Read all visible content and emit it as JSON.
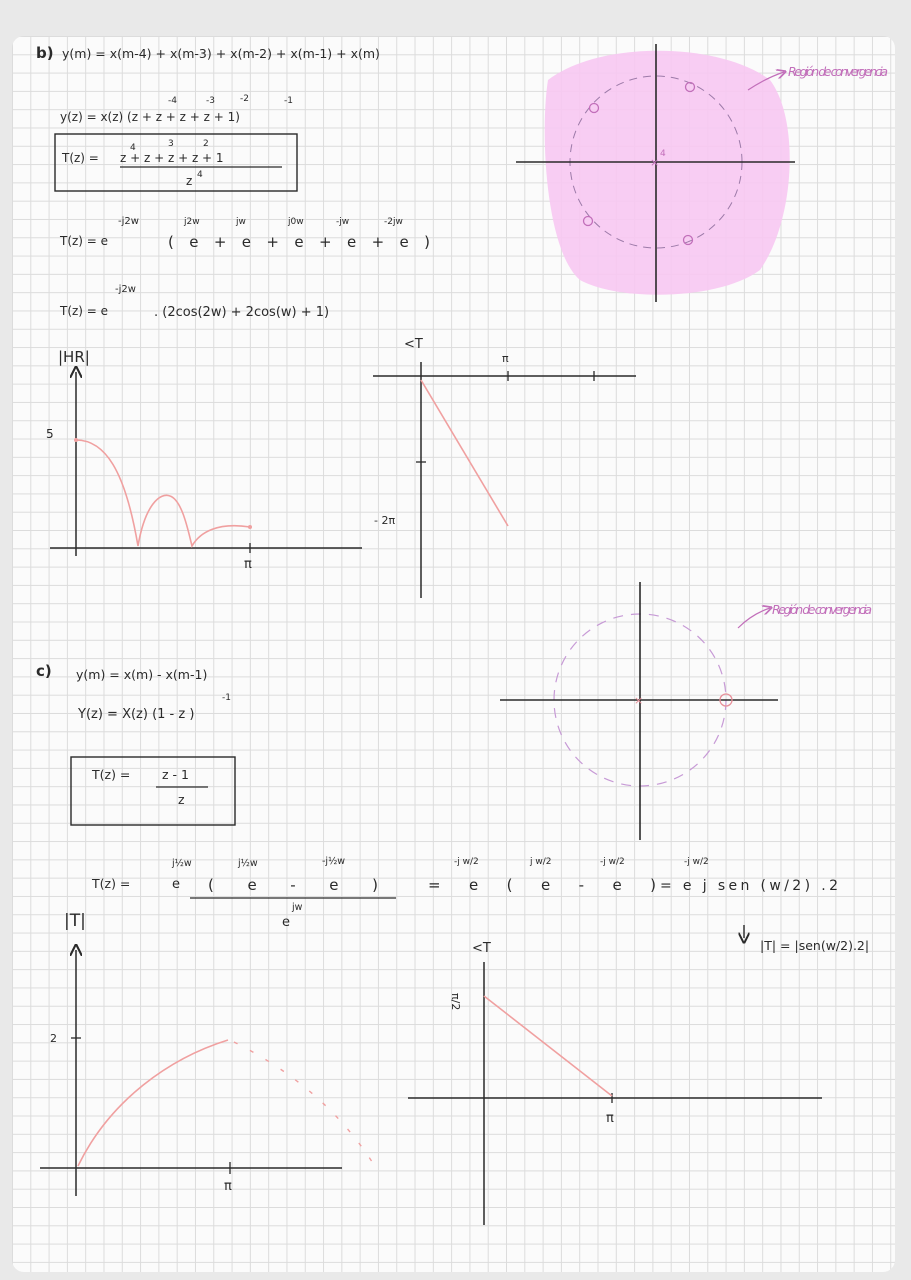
{
  "part_b": {
    "label": "b)",
    "difference_eq": "y(m) = x(m-4) + x(m-3) + x(m-2) + x(m-1) + x(m)",
    "z_transform_base": "y(z) = x(z) (z + z + z + z + 1)",
    "z_exponents": [
      "-4",
      "-3",
      "-2",
      "-1"
    ],
    "transfer_prefix": "T(z) =",
    "transfer_num": "z + z + z + z + 1",
    "transfer_num_exps": [
      "4",
      "3",
      "2"
    ],
    "transfer_den": "z",
    "transfer_den_exp": "4",
    "freq_line1_prefix": "T(z) = e",
    "freq_line1_exp": "-j2w",
    "freq_line1_terms": "( e + e + e + e + e )",
    "freq_line1_term_exps": [
      "j2w",
      "jw",
      "j0w",
      "-jw",
      "-2jw"
    ],
    "freq_line2_prefix": "T(z) = e",
    "freq_line2_exp": "-j2w",
    "freq_line2_rest": ". (2cos(2w) + 2cos(w) + 1)",
    "region_label": "Región de convergencia",
    "pole_mark": "4",
    "mag_plot": {
      "ylabel": "|HR|",
      "y_tick": "5",
      "x_tick": "π"
    },
    "phase_plot": {
      "ylabel": "<T",
      "x_tick": "π",
      "y_tick": "- 2π"
    }
  },
  "part_c": {
    "label": "c)",
    "difference_eq": "y(m) = x(m) - x(m-1)",
    "z_transform": "Y(z) = X(z) (1 - z )",
    "z_exp": "-1",
    "transfer_prefix": "T(z) =",
    "transfer_num": "z - 1",
    "transfer_den": "z",
    "freq_prefix": "T(z) =",
    "freq_lhs_exp": "j½w",
    "freq_lhs_terms": "( e - e )",
    "freq_lhs_term_exps": [
      "j½w",
      "-j½w"
    ],
    "freq_lhs_den": "e",
    "freq_lhs_den_exp": "jw",
    "freq_mid": "= e ( e - e )",
    "freq_mid_exps": [
      "-j w/2",
      "j w/2",
      "-j w/2"
    ],
    "freq_rhs": "= e j sen (w/2) .2",
    "freq_rhs_exp": "-j w/2",
    "abs_result": "|T| = |sen(w/2).2|",
    "region_label": "Región de convergencia",
    "mag_plot": {
      "ylabel": "|T|",
      "y_tick": "2",
      "x_tick": "π"
    },
    "phase_plot": {
      "ylabel": "<T",
      "y_tick": "π/2",
      "x_tick": "π"
    }
  },
  "colors": {
    "ink": "#2a2a2a",
    "curve": "#f0a0a0",
    "pink_highlight": "#f7c8f2",
    "dashed_circle": "#c79ad6",
    "annotation": "#c26fba"
  }
}
